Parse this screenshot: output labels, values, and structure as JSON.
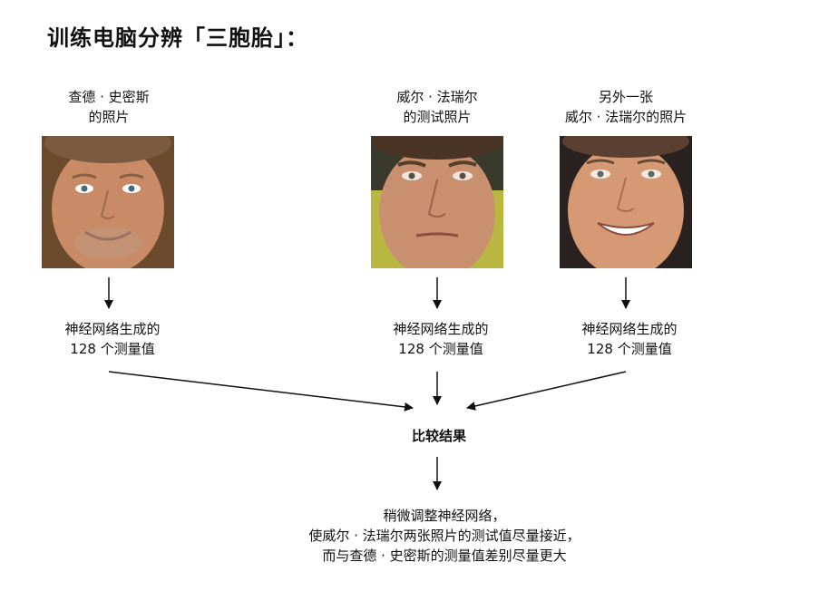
{
  "title": "训练电脑分辨「三胞胎」：",
  "columns": [
    {
      "photo_label": [
        "查德 · 史密斯",
        "的照片"
      ],
      "measure_label": [
        "神经网络生成的",
        "128 个测量值"
      ],
      "skin": "#c98a66",
      "hair": "#7a5a40",
      "bg": "#6b4a2e"
    },
    {
      "photo_label": [
        "威尔 · 法瑞尔",
        "的测试照片"
      ],
      "measure_label": [
        "神经网络生成的",
        "128 个测量值"
      ],
      "skin": "#c8906e",
      "hair": "#4a3426",
      "bg": "#b8b840"
    },
    {
      "photo_label": [
        "另外一张",
        "威尔 · 法瑞尔的照片"
      ],
      "measure_label": [
        "神经网络生成的",
        "128 个测量值"
      ],
      "skin": "#d59a74",
      "hair": "#5a4030",
      "bg": "#2a2220"
    }
  ],
  "compare": "比较结果",
  "result": [
    "稍微调整神经网络，",
    "使威尔 · 法瑞尔两张照片的测试值尽量接近，",
    "而与查德 · 史密斯的测量值差别尽量更大"
  ]
}
